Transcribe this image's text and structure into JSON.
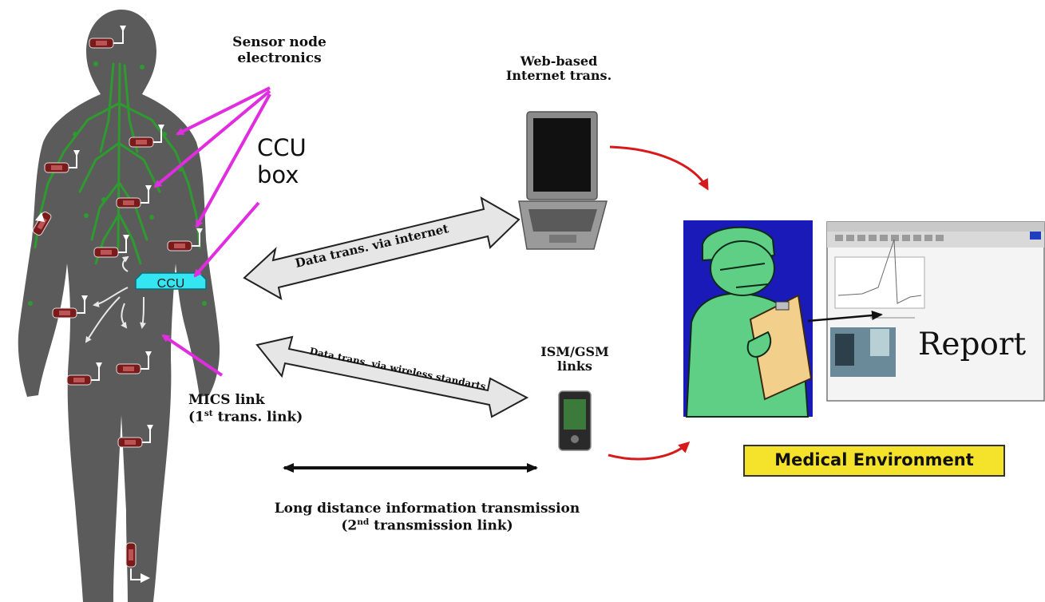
{
  "labels": {
    "sensor_node": [
      "Sensor node",
      "electronics"
    ],
    "ccu_box": [
      "CCU",
      "box"
    ],
    "ccu_tag": "CCU",
    "web_based": [
      "Web-based",
      "Internet trans."
    ],
    "data_internet": "Data trans. via internet",
    "data_wireless": "Data trans. via wireless standarts",
    "ism_gsm": [
      "ISM/GSM",
      "links"
    ],
    "mics_link": "MICS link",
    "first_link_pre": "(1",
    "first_link_sup": "st",
    "first_link_post": " trans. link)",
    "long_distance": "Long distance information transmission",
    "second_link_pre": "(2",
    "second_link_sup": "nd",
    "second_link_post": " transmission link)",
    "report": "Report",
    "medical_env": "Medical Environment"
  },
  "colors": {
    "body": "#5b5b5b",
    "nerve": "#2f9a2f",
    "sensor": "#7a1a1a",
    "magenta": "#e02de0",
    "red_arrow": "#d8191c",
    "ccu": "#33e6f2",
    "doctor_bg": "#1a1ab8",
    "scrubs": "#5fcf86",
    "clipboard": "#f2cf8a",
    "medical_box": "#f5e22a"
  }
}
